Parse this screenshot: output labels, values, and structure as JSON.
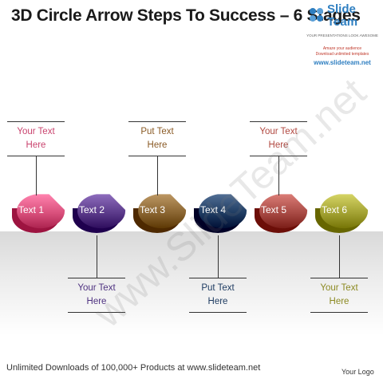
{
  "title": "3D Circle Arrow Steps To Success – 6 Stages",
  "brand": {
    "name": "Slide Team",
    "tagline": "YOUR PRESENTATIONS LOOK AWESOME",
    "amaze": "Amaze your audience",
    "download": "Download unlimited templates",
    "url": "www.slideteam.net"
  },
  "watermark": "www.SlideTeam.net",
  "steps": [
    {
      "label": "Text 1",
      "color": "#d9507c",
      "callout_l1": "Your Text",
      "callout_l2": "Here",
      "callout_color": "#c9436e",
      "position": "top"
    },
    {
      "label": "Text 2",
      "color": "#5b3a8a",
      "callout_l1": "Your Text",
      "callout_l2": "Here",
      "callout_color": "#4e3280",
      "position": "bottom"
    },
    {
      "label": "Text 3",
      "color": "#8a6531",
      "callout_l1": "Put Text",
      "callout_l2": "Here",
      "callout_color": "#8a5a25",
      "position": "top"
    },
    {
      "label": "Text 4",
      "color": "#1f3c62",
      "callout_l1": "Put Text",
      "callout_l2": "Here",
      "callout_color": "#1f3c62",
      "position": "bottom"
    },
    {
      "label": "Text 5",
      "color": "#a84a44",
      "callout_l1": "Your Text",
      "callout_l2": "Here",
      "callout_color": "#b14840",
      "position": "top"
    },
    {
      "label": "Text 6",
      "color": "#a3a233",
      "callout_l1": "Your Text",
      "callout_l2": "Here",
      "callout_color": "#8c8a22",
      "position": "bottom"
    }
  ],
  "footer": "Unlimited Downloads of 100,000+ Products at www.slideteam.net",
  "logo_text": "Your Logo"
}
